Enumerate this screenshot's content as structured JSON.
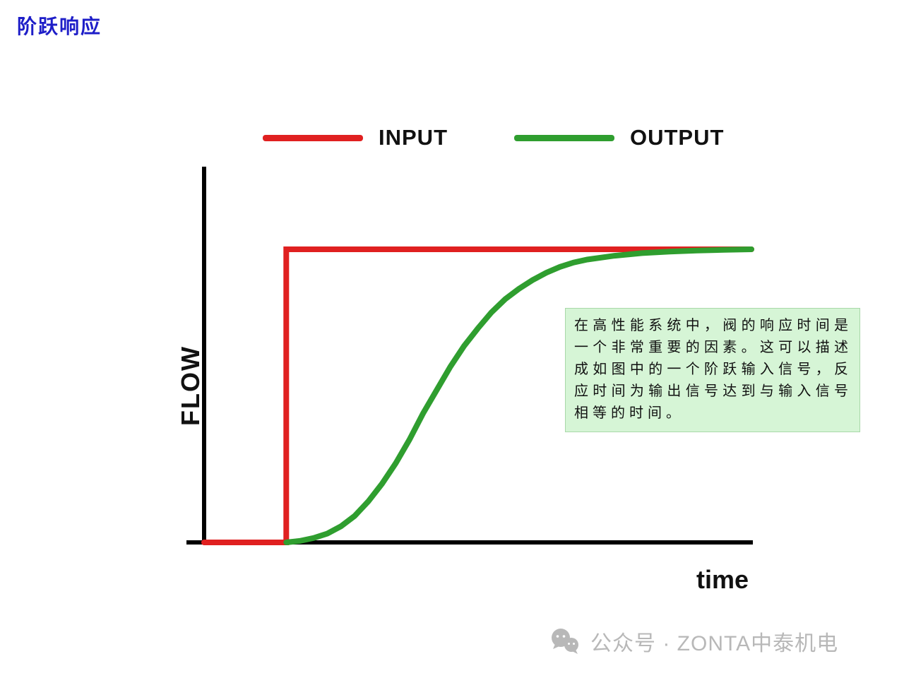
{
  "title": "阶跃响应",
  "legend": {
    "input_label": "INPUT",
    "output_label": "OUTPUT"
  },
  "axes": {
    "x_label": "time",
    "y_label": "FLOW"
  },
  "annotation": {
    "text": "在高性能系统中，阀的响应时间是一个非常重要的因素。这可以描述成如图中的一个阶跃输入信号，反应时间为输出信号达到与输入信号相等的时间。",
    "bg": "#d6f5d6"
  },
  "footer": {
    "text": "公众号 · ZONTA中泰机电"
  },
  "colors": {
    "input": "#e02020",
    "output": "#2f9e2f",
    "axis": "#000000",
    "title": "#1e1ec8",
    "watermark": "#b8b8b8"
  },
  "chart_data": {
    "type": "line",
    "title": "阶跃响应",
    "xlabel": "time",
    "ylabel": "FLOW",
    "xlim": [
      0,
      10
    ],
    "ylim": [
      0,
      1
    ],
    "grid": false,
    "legend_position": "top",
    "series": [
      {
        "name": "INPUT",
        "color": "#e02020",
        "x": [
          0,
          1.5,
          1.5,
          10
        ],
        "y": [
          0,
          0,
          1,
          1
        ]
      },
      {
        "name": "OUTPUT",
        "color": "#2f9e2f",
        "x": [
          1.5,
          1.75,
          2.0,
          2.25,
          2.5,
          2.75,
          3.0,
          3.25,
          3.5,
          3.75,
          4.0,
          4.25,
          4.5,
          4.75,
          5.0,
          5.25,
          5.5,
          5.75,
          6.0,
          6.25,
          6.5,
          6.75,
          7.0,
          7.5,
          8.0,
          8.5,
          9.0,
          9.5,
          10.0
        ],
        "y": [
          0.0,
          0.005,
          0.015,
          0.03,
          0.055,
          0.09,
          0.14,
          0.2,
          0.27,
          0.35,
          0.44,
          0.52,
          0.6,
          0.67,
          0.73,
          0.785,
          0.83,
          0.865,
          0.895,
          0.92,
          0.94,
          0.955,
          0.965,
          0.978,
          0.987,
          0.992,
          0.996,
          0.998,
          1.0
        ]
      }
    ]
  }
}
